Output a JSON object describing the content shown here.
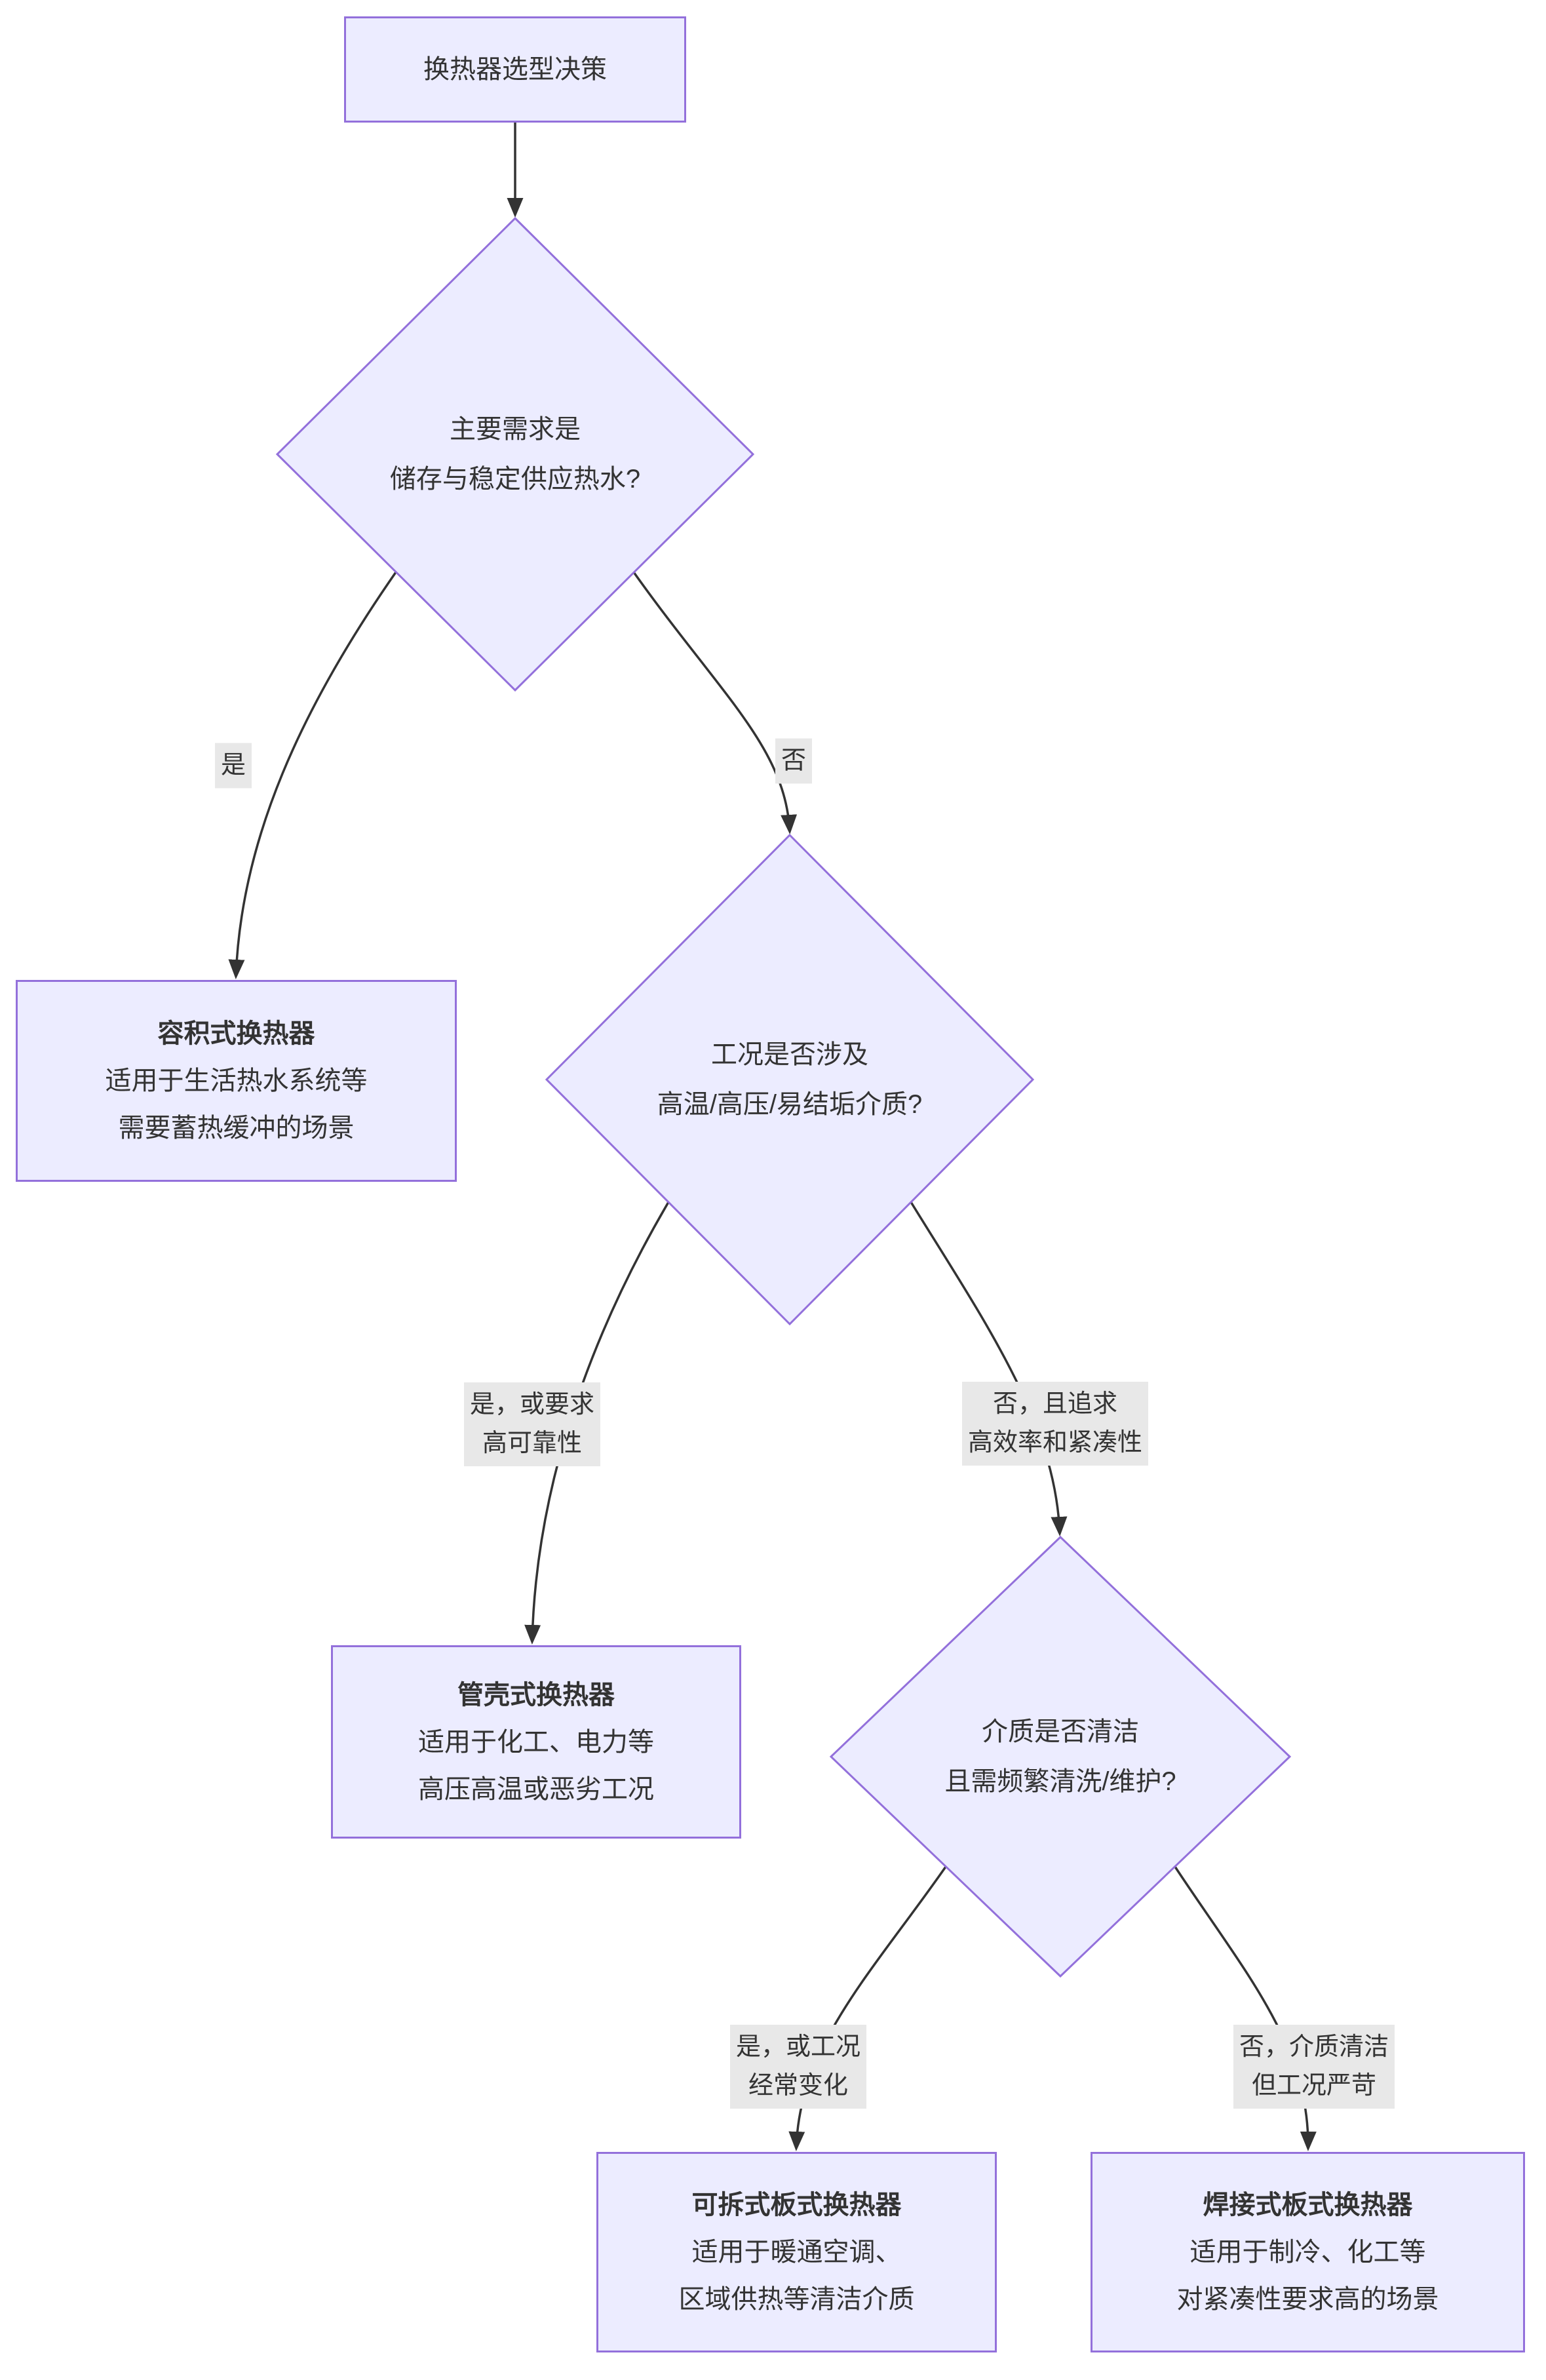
{
  "colors": {
    "node-fill": "#ECECFF",
    "node-border": "#9370DB",
    "edge-color": "#333333",
    "label-bg": "#e8e8e8",
    "text-color": "#333333",
    "bg": "#ffffff"
  },
  "nodes": {
    "start": {
      "label": "换热器选型决策"
    },
    "decision1": {
      "line1": "主要需求是",
      "line2": "储存与稳定供应热水?"
    },
    "result_volume": {
      "title": "容积式换热器",
      "desc1": "适用于生活热水系统等",
      "desc2": "需要蓄热缓冲的场景"
    },
    "decision2": {
      "line1": "工况是否涉及",
      "line2": "高温/高压/易结垢介质?"
    },
    "result_shell_tube": {
      "title": "管壳式换热器",
      "desc1": "适用于化工、电力等",
      "desc2": "高压高温或恶劣工况"
    },
    "decision3": {
      "line1": "介质是否清洁",
      "line2": "且需频繁清洗/维护?"
    },
    "result_gasketed_plate": {
      "title": "可拆式板式换热器",
      "desc1": "适用于暖通空调、",
      "desc2": "区域供热等清洁介质"
    },
    "result_welded_plate": {
      "title": "焊接式板式换热器",
      "desc1": "适用于制冷、化工等",
      "desc2": "对紧凑性要求高的场景"
    }
  },
  "edges": {
    "yes1": {
      "label": "是"
    },
    "no1": {
      "label": "否"
    },
    "yes2": {
      "line1": "是，或要求",
      "line2": "高可靠性"
    },
    "no2": {
      "line1": "否，且追求",
      "line2": "高效率和紧凑性"
    },
    "yes3": {
      "line1": "是，或工况",
      "line2": "经常变化"
    },
    "no3": {
      "line1": "否，介质清洁",
      "line2": "但工况严苛"
    }
  }
}
